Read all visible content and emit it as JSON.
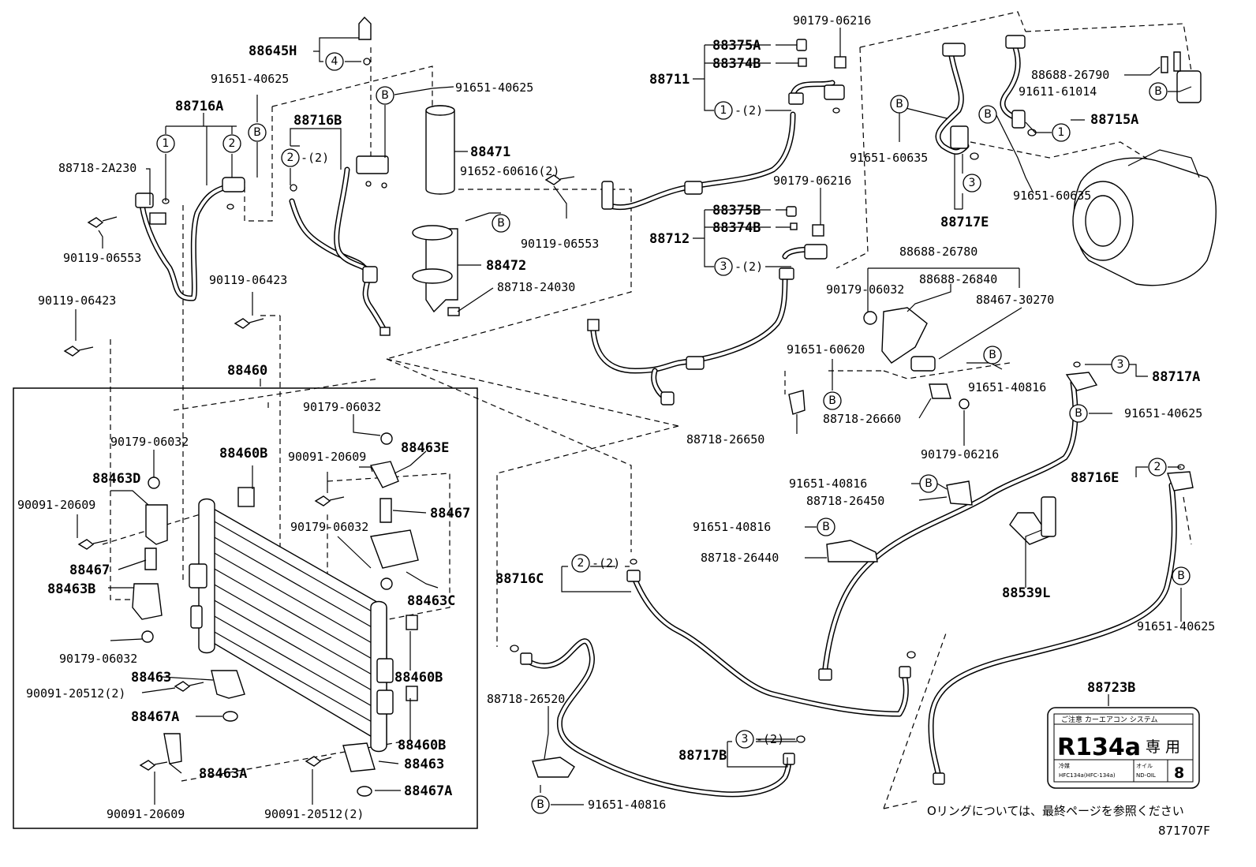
{
  "parts": {
    "p88645H": "88645H",
    "p91651_40625_a": "91651-40625",
    "p91651_40625_b": "91651-40625",
    "p88716A": "88716A",
    "p88718_2A230": "88718-2A230",
    "p90119_06553_a": "90119-06553",
    "p90119_06423_a": "90119-06423",
    "p90119_06423_b": "90119-06423",
    "p88716B": "88716B",
    "p88471": "88471",
    "p91652_60616": "91652-60616(2)",
    "p88472": "88472",
    "p88718_24030": "88718-24030",
    "p88460": "88460",
    "p90179_06216_a": "90179-06216",
    "p88375A": "88375A",
    "p88374B_a": "88374B",
    "p88711": "88711",
    "p90119_06553_b": "90119-06553",
    "p90179_06216_b": "90179-06216",
    "p88375B": "88375B",
    "p88374B_b": "88374B",
    "p88712": "88712",
    "p88688_26790": "88688-26790",
    "p91611_61014": "91611-61014",
    "p88715A": "88715A",
    "p91651_60635_a": "91651-60635",
    "p91651_60635_b": "91651-60635",
    "p88717E": "88717E",
    "p88688_26780": "88688-26780",
    "p90179_06032_a": "90179-06032",
    "p88688_26840": "88688-26840",
    "p88467_30270": "88467-30270",
    "p91651_60620": "91651-60620",
    "p91651_40816_a": "91651-40816",
    "p88718_26660": "88718-26660",
    "p88718_26650": "88718-26650",
    "p90179_06216_c": "90179-06216",
    "p88717A": "88717A",
    "p91651_40625_c": "91651-40625",
    "p88716E": "88716E",
    "p91651_40816_b": "91651-40816",
    "p88718_26450": "88718-26450",
    "p91651_40816_c": "91651-40816",
    "p88718_26440": "88718-26440",
    "p88539L": "88539L",
    "p91651_40625_d": "91651-40625",
    "p88716C": "88716C",
    "p88718_26520": "88718-26520",
    "p88717B": "88717B",
    "p91651_40816_d": "91651-40816",
    "p88723B": "88723B",
    "p90179_06032_b": "90179-06032",
    "p90179_06032_c": "90179-06032",
    "p88463D": "88463D",
    "p90091_20609_a": "90091-20609",
    "p88467_a": "88467",
    "p88463B": "88463B",
    "p90179_06032_d": "90179-06032",
    "p88463_a": "88463",
    "p90091_20512_a": "90091-20512(2)",
    "p88467A_a": "88467A",
    "p88463A": "88463A",
    "p90091_20609_b": "90091-20609",
    "p88460B_a": "88460B",
    "p90179_06032_e": "90179-06032",
    "p90091_20609_c": "90091-20609",
    "p88463E": "88463E",
    "p88467_b": "88467",
    "p88463C": "88463C",
    "p88460B_b": "88460B",
    "p88460B_c": "88460B",
    "p88463_b": "88463",
    "p88467A_b": "88467A",
    "p90091_20512_b": "90091-20512(2)"
  },
  "qty": {
    "two": "-(2)"
  },
  "circled": {
    "c1": "1",
    "c2": "2",
    "c3": "3",
    "c4": "4",
    "B": "B"
  },
  "label": {
    "title": "ご注意  カーエアコン システム",
    "main": "R134a",
    "sen": "専 用",
    "refrig_hdr": "冷媒",
    "refrig": "HFC134a(HFC-134a)",
    "oil_hdr": "オイル",
    "oil": "ND-OIL",
    "oil_num": "8"
  },
  "footnote": "Oリングについては、最終ページを参照ください",
  "figure_id": "871707F"
}
